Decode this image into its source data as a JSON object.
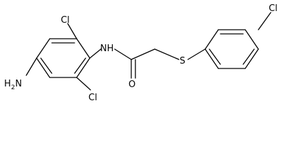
{
  "molecule": {
    "labels": {
      "cl_top": "Cl",
      "nh": "NH",
      "amine_h": "H",
      "amine_sub": "2",
      "amine_n": "N",
      "cl_bottom": "Cl",
      "oxygen": "O",
      "sulfur": "S",
      "cl_right": "Cl"
    }
  },
  "colors": {
    "bond": "#000000",
    "text": "#000000",
    "background": "#ffffff"
  }
}
